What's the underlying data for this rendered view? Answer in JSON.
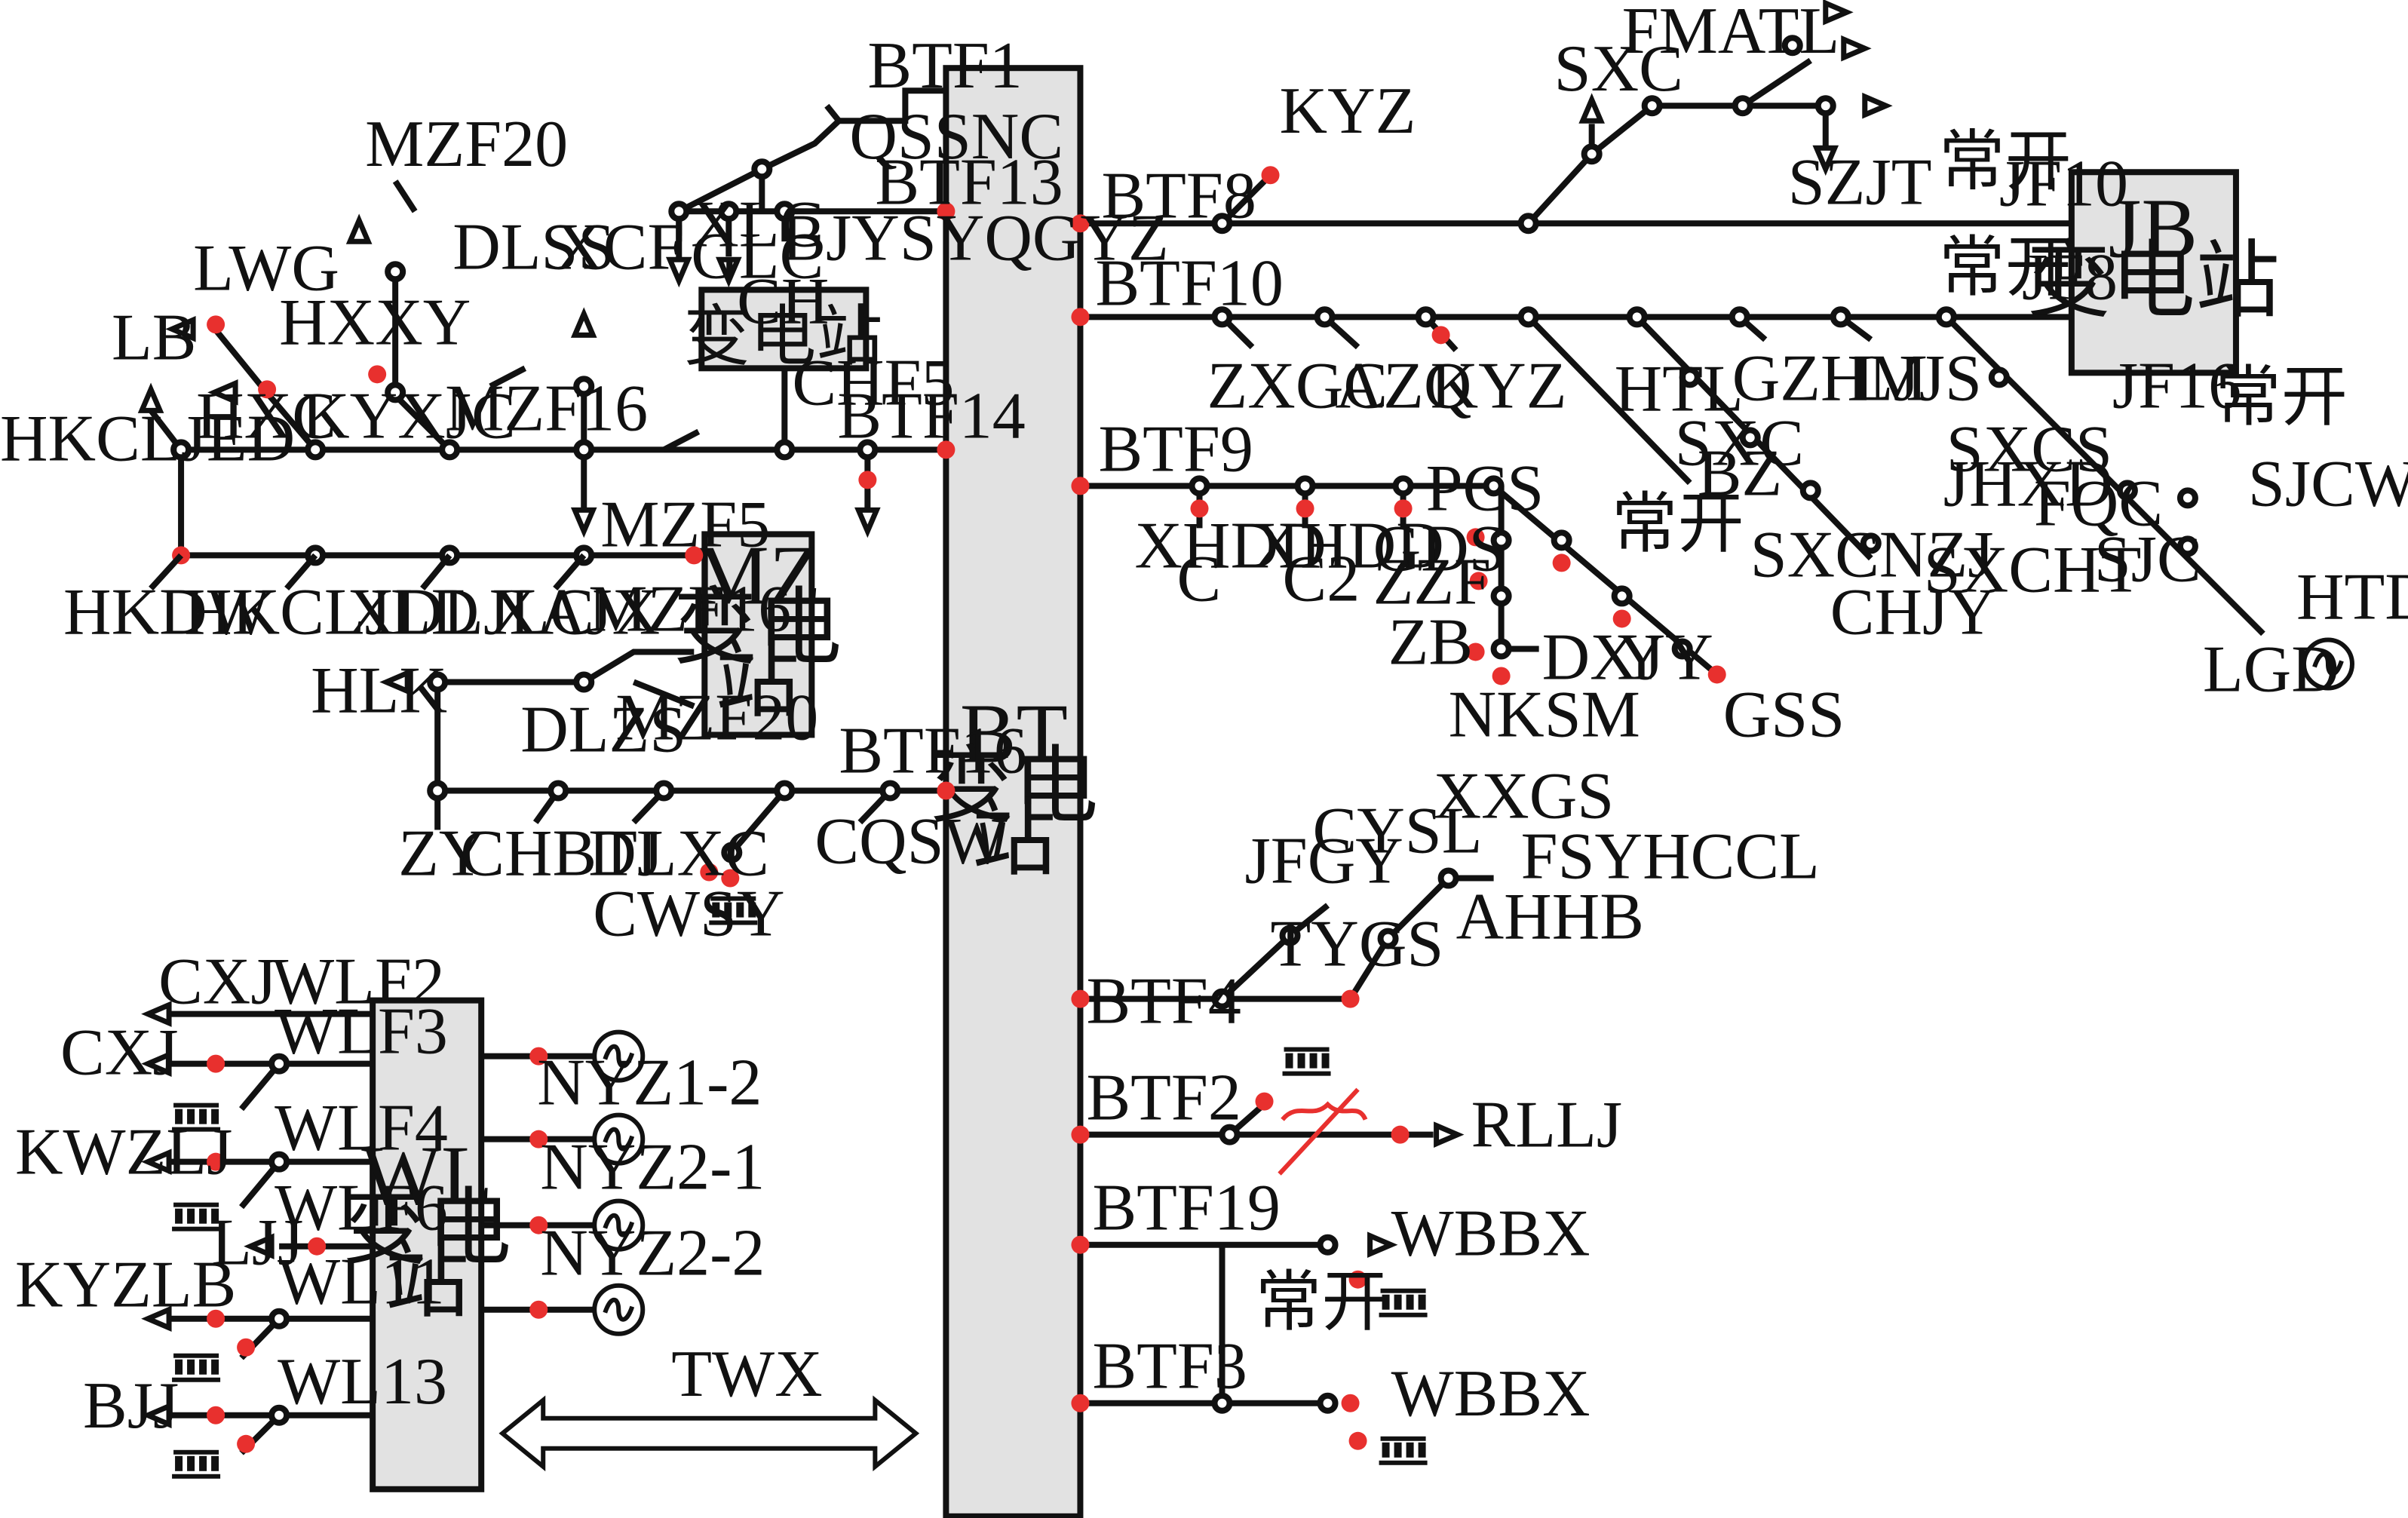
{
  "substations": {
    "bt": {
      "lines": [
        "BT",
        "变电",
        "站"
      ]
    },
    "jb": {
      "lines": [
        "JB",
        "变电站"
      ]
    },
    "mz": {
      "lines": [
        "MZ",
        "变电",
        "站"
      ]
    },
    "ch": {
      "lines": [
        "CH",
        "变电站"
      ]
    },
    "wl": {
      "lines": [
        "WL",
        "变电",
        "站"
      ]
    }
  },
  "labels": {
    "btf1": "BTF1",
    "qssnc": "QSSNC",
    "btf13": "BTF13",
    "xlc": "XLC",
    "glc": "GLC",
    "bjysyqgyz": "BJYSYQGYZ",
    "chf5": "CHF5",
    "btf14": "BTF14",
    "mzf20_top": "MZF20",
    "lwg": "LWG",
    "lb": "LB",
    "hxxy": "HXXY",
    "dlss": "DLSS",
    "xcf": "XCF",
    "hxc": "HXC",
    "kyxjc": "KYXJC",
    "mzf16_top": "MZF16",
    "hkcljed": "HKCLJED",
    "mzf5": "MZF5",
    "hkdw": "HKDW",
    "hkcljld": "HKCLJLD",
    "xdljlc": "XDLJLC",
    "xajx": "XAJX",
    "mzf16": "MZF16",
    "mzf20": "MZF20",
    "hlk": "HLK",
    "dlzs": "DLZS",
    "btf16": "BTF16",
    "zy": "ZY",
    "chbtj": "CHBTJ",
    "dlxc": "DLXC",
    "cqsw": "CQSW",
    "cwsy": "CWSY",
    "btf8": "BTF8",
    "kyz_top": "KYZ",
    "sxc_top": "SXC",
    "fmatl": "FMATL",
    "szjt": "SZJT",
    "changkai_jf10": "常开",
    "jf10": "JF10",
    "btf10": "BTF10",
    "zxgc": "ZXGC",
    "azq": "AZQ",
    "kyz_mid": "KYZ",
    "htl": "HTL",
    "gzhm": "GZHM",
    "ljjs": "LJJS",
    "changkai_jf8": "常开",
    "jf8": "JF8",
    "jf16": "JF16",
    "changkai_jf16": "常开",
    "sxc_mid": "SXC",
    "bz": "BZ",
    "sxcs": "SXCS",
    "jhxd": "JHXD",
    "fqc": "FQC",
    "sjcwtx": "SJCWTX",
    "sjc": "SJC",
    "htdz": "HTDZ",
    "lgd": "LGD",
    "sxcnzj": "SXCNZJ",
    "sxcht": "SXCHT",
    "chjy": "CHJY",
    "btf9": "BTF9",
    "pcs": "PCS",
    "xhddc_1": "XHDD",
    "xhddc_2": "C",
    "xhddc2_1": "XHDD",
    "xhddc2_2": "C2",
    "gds": "GDS",
    "zzf": "ZZF",
    "changkai_btf9": "常开",
    "zb": "ZB",
    "dxj": "DXJ",
    "yy": "YY",
    "nksm": "NKSM",
    "gss": "GSS",
    "xxgs": "XXGS",
    "cysl": "CYSL",
    "jfgy": "JFGY",
    "fsyhccl": "FSYHCCL",
    "ahhb": "AHHB",
    "tygs": "TYGS",
    "btf4": "BTF4",
    "btf2": "BTF2",
    "rllj": "RLLJ",
    "btf19": "BTF19",
    "wbbx_1": "WBBX",
    "changkai_btf19": "常开",
    "btf3": "BTF3",
    "wbbx_2": "WBBX",
    "cxj_1": "CXJ",
    "wlf2": "WLF2",
    "cxj_2": "CXJ",
    "wlf3": "WLF3",
    "kwzlj": "KWZLJ",
    "wlf4": "WLF4",
    "ljj": "LJJ",
    "wlf6": "WLF6",
    "kyzlb": "KYZLB",
    "wl11": "WL11",
    "bjj": "BJJ",
    "wl13": "WL13",
    "nyz1_2": "NYZ1-2",
    "nyz2_1": "NYZ2-1",
    "nyz2_2": "NYZ2-2",
    "twx": "TWX"
  }
}
